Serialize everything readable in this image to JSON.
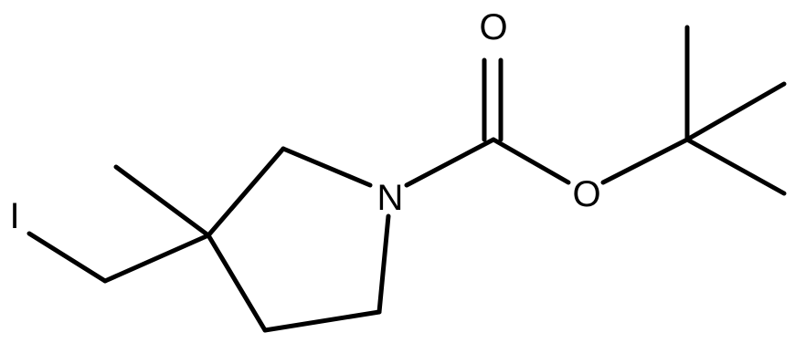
{
  "molecule": {
    "atoms": {
      "iodine": "I",
      "nitrogen": "N",
      "carbonyl_oxygen": "O",
      "ester_oxygen": "O"
    }
  }
}
